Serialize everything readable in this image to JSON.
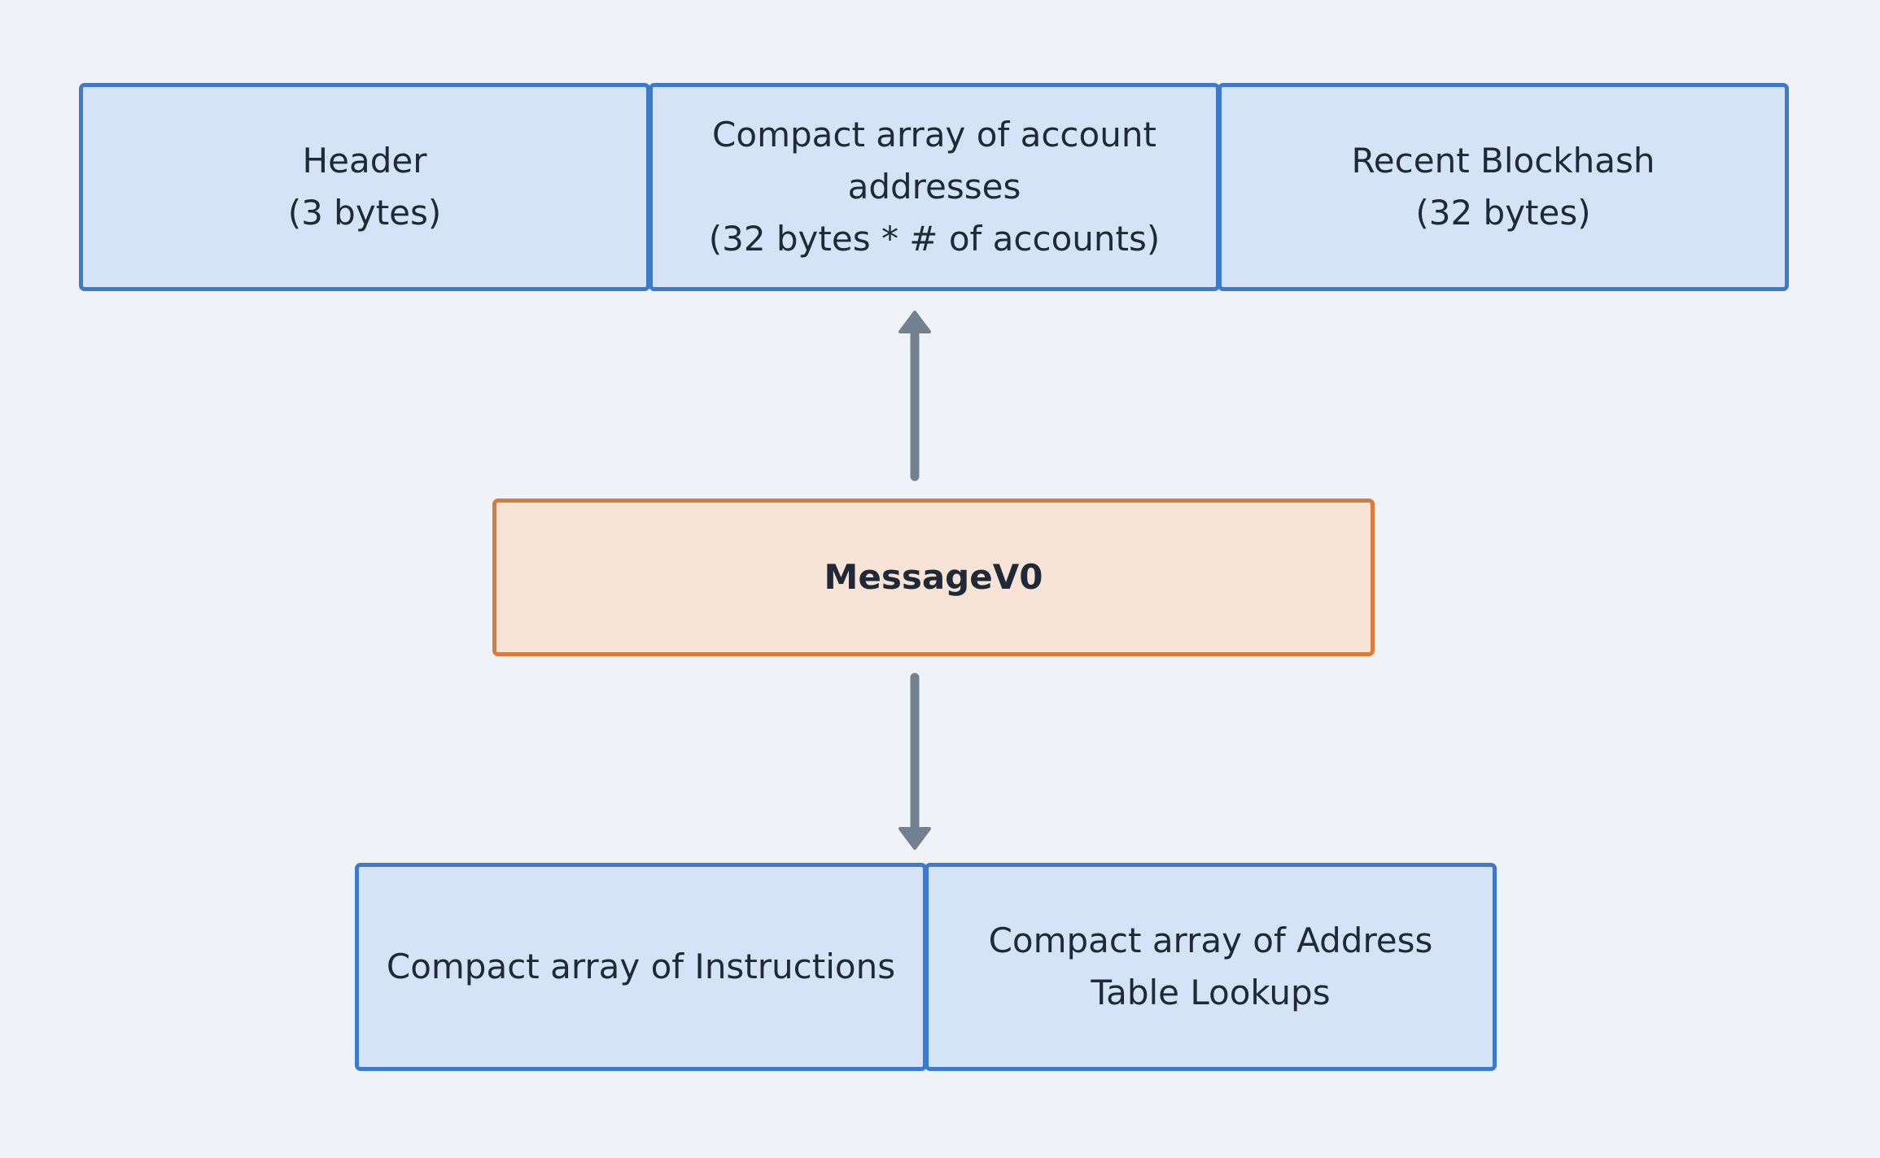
{
  "top_row": [
    {
      "id": "header",
      "lines": [
        "Header",
        "(3 bytes)"
      ]
    },
    {
      "id": "account-addresses",
      "lines": [
        "Compact array of account",
        "addresses",
        "(32 bytes * # of accounts)"
      ]
    },
    {
      "id": "recent-blockhash",
      "lines": [
        "Recent Blockhash",
        "(32 bytes)"
      ]
    }
  ],
  "center": {
    "label": "MessageV0"
  },
  "bottom_row": [
    {
      "id": "instructions",
      "lines": [
        "Compact array of Instructions"
      ]
    },
    {
      "id": "address-table-lookups",
      "lines": [
        "Compact array of Address",
        "Table Lookups"
      ]
    }
  ],
  "colors": {
    "background": "#eff3f7",
    "blue_fill": "#d4e4f6",
    "blue_border": "#3d79cc",
    "orange_fill": "#f7e4d6",
    "orange_border": "#d87b3d",
    "arrow": "#738090",
    "text": "#1f2937"
  }
}
